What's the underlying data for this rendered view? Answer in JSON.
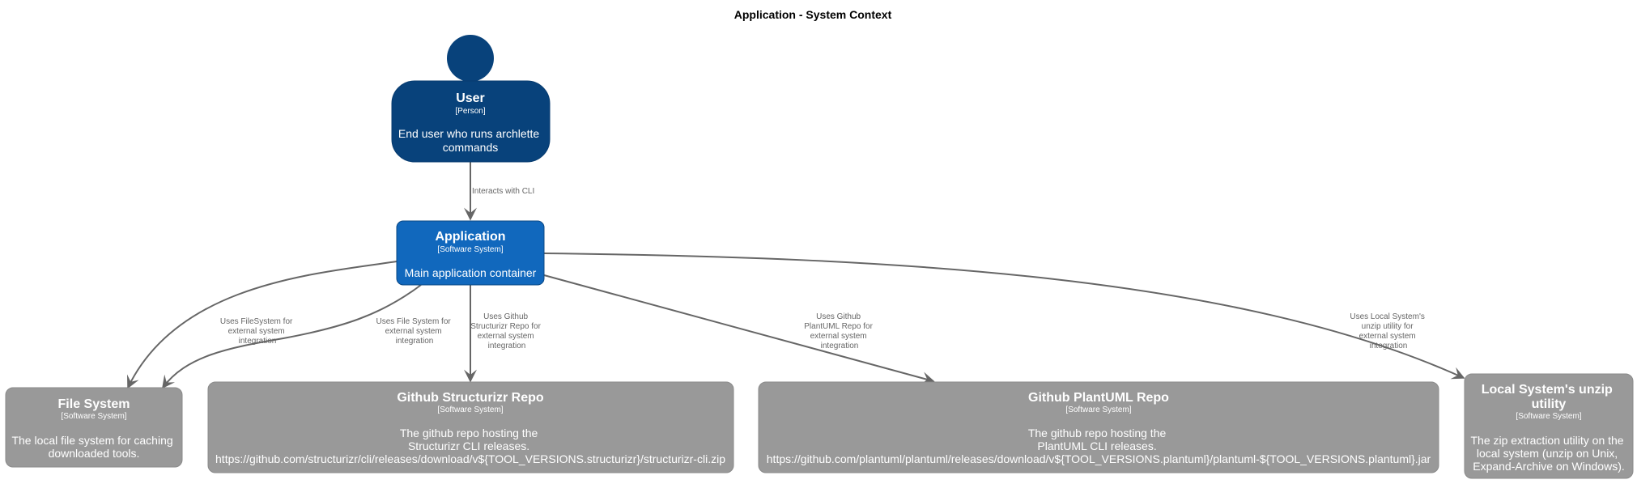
{
  "title": "Application - System Context",
  "colors": {
    "person": "#08427B",
    "system": "#1168BD",
    "external": "#999999",
    "edge": "#666666"
  },
  "nodes": {
    "user": {
      "name": "User",
      "type": "[Person]",
      "desc": [
        "End user who runs archlette",
        "commands"
      ]
    },
    "application": {
      "name": "Application",
      "type": "[Software System]",
      "desc": [
        "Main application container"
      ]
    },
    "filesystem": {
      "name": "File System",
      "type": "[Software System]",
      "desc": [
        "The local file system for caching",
        "downloaded tools."
      ]
    },
    "structurizr": {
      "name": "Github Structurizr Repo",
      "type": "[Software System]",
      "desc": [
        "The github repo hosting the",
        "Structurizr CLI releases.",
        "https://github.com/structurizr/cli/releases/download/v${TOOL_VERSIONS.structurizr}/structurizr-cli.zip"
      ]
    },
    "plantuml": {
      "name": "Github PlantUML Repo",
      "type": "[Software System]",
      "desc": [
        "The github repo hosting the",
        "PlantUML CLI releases.",
        "https://github.com/plantuml/plantuml/releases/download/v${TOOL_VERSIONS.plantuml}/plantuml-${TOOL_VERSIONS.plantuml}.jar"
      ]
    },
    "unzip": {
      "name": [
        "Local System's unzip",
        "utility"
      ],
      "type": "[Software System]",
      "desc": [
        "The zip extraction utility on the",
        "local system (unzip on Unix,",
        "Expand-Archive on Windows)."
      ]
    }
  },
  "edges": {
    "user_app": [
      "Interacts with CLI"
    ],
    "app_fs1": [
      "Uses FileSystem for",
      "external system",
      "integration"
    ],
    "app_fs2": [
      "Uses File System for",
      "external system",
      "integration"
    ],
    "app_structurizr": [
      "Uses Github",
      "Structurizr Repo for",
      "external system",
      "integration"
    ],
    "app_plantuml": [
      "Uses Github",
      "PlantUML Repo for",
      "external system",
      "integration"
    ],
    "app_unzip": [
      "Uses Local System's",
      "unzip utility for",
      "external system",
      "integration"
    ]
  }
}
